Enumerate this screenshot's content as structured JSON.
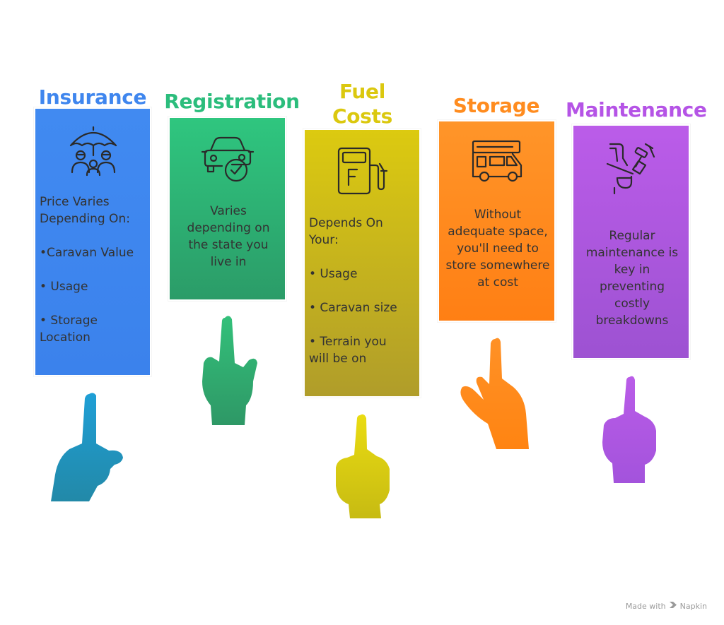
{
  "columns": [
    {
      "key": "insurance",
      "title": "Insurance",
      "color": "#3f86ee",
      "icon": "umbrella-family-icon",
      "lines": [
        "Price Varies\nDepending On:",
        "•Caravan Value",
        "• Usage",
        "• Storage\nLocation"
      ]
    },
    {
      "key": "registration",
      "title": "Registration",
      "color": "#2bbd7c",
      "icon": "car-checkmark-icon",
      "lines": [
        "Varies\ndepending on\nthe state you\nlive in"
      ]
    },
    {
      "key": "fuel",
      "title": "Fuel\nCosts",
      "color": "#dbc80f",
      "icon": "fuel-pump-icon",
      "lines": [
        "Depends On\nYour:",
        "• Usage",
        "• Caravan size",
        "•  Terrain you\nwill be on"
      ]
    },
    {
      "key": "storage",
      "title": "Storage",
      "color": "#ff8c1f",
      "icon": "camper-van-icon",
      "lines": [
        "Without\nadequate space,\nyou'll need to\nstore somewhere\nat cost"
      ]
    },
    {
      "key": "maintenance",
      "title": "Maintenance",
      "color": "#b554e6",
      "icon": "plumbing-valve-icon",
      "lines": [
        "Regular\nmaintenance is\nkey in\npreventing\ncostly\nbreakdowns"
      ]
    }
  ],
  "footer": {
    "text": "Made with",
    "brand": "Napkin"
  }
}
